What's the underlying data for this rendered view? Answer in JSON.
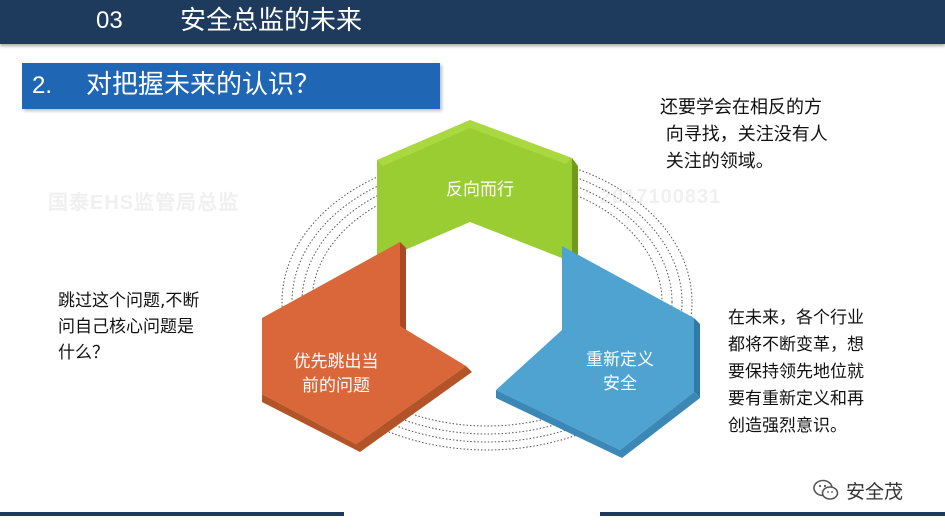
{
  "header": {
    "section_number": "03",
    "section_title": "安全总监的未来"
  },
  "subheader": {
    "number": "2.",
    "title": "对把握未来的认识？"
  },
  "watermark": {
    "left_text": "国泰EHS监管局总监",
    "right_text": "2017100831"
  },
  "diagram": {
    "green_block": {
      "label": "反向而行",
      "color": "#9acd32"
    },
    "orange_block": {
      "label": "优先跳出当\n前的问题",
      "color": "#d9673a"
    },
    "blue_block": {
      "label": "重新定义\n安全",
      "color": "#4fa3d1"
    }
  },
  "notes": {
    "top_right": "还要学会在相反的方\n 向寻找，关注没有人\n 关注的领域。",
    "left": "跳过这个问题,不断\n问自己核心问题是\n什么？",
    "right": "在未来，各个行业\n都将不断变革，想\n要保持领先地位就\n要有重新定义和再\n创造强烈意识。"
  },
  "brand": {
    "name": "安全茂",
    "icon": "wechat-icon"
  },
  "colors": {
    "header_bg": "#1e3a5c",
    "subheader_bg": "#1f66b4"
  }
}
